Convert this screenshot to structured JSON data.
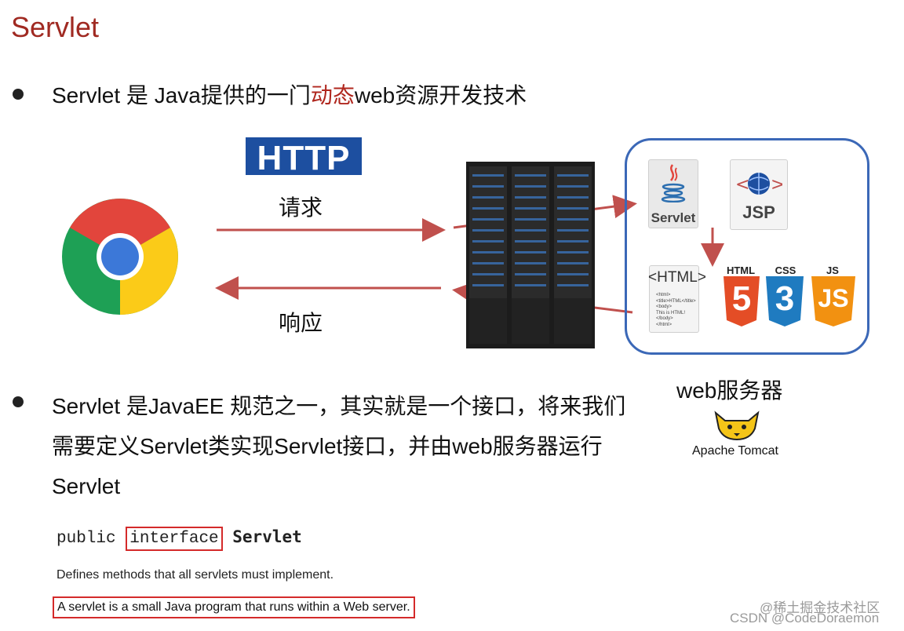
{
  "slide": {
    "title": "Servlet",
    "bullet1": {
      "pre": "Servlet 是 Java提供的一门",
      "highlight": "动态",
      "post": "web资源开发技术"
    },
    "bullet2": "Servlet 是JavaEE 规范之一，其实就是一个接口，将来我们需要定义Servlet类实现Servlet接口，并由web服务器运行Servlet"
  },
  "diagram": {
    "http_badge": "HTTP",
    "request_label": "请求",
    "response_label": "响应",
    "servlet_tile": "Servlet",
    "jsp_tile": "JSP",
    "html_tile": "<HTML>",
    "html_code_lines": [
      "<html>",
      "<title>HTML</title>",
      "<body>",
      "This is HTML!",
      "</body>",
      "</html>"
    ],
    "tech_labels": [
      "HTML",
      "CSS",
      "JS"
    ],
    "tech_numbers": [
      "5",
      "3",
      "JS"
    ],
    "web_server_label": "web服务器",
    "tomcat_label": "Apache Tomcat",
    "colors": {
      "arrow": "#c0504d",
      "box_border": "#3b68b7",
      "http_bg": "#1d4fa0",
      "highlight": "#b0271e"
    }
  },
  "code": {
    "keyword1": "public",
    "keyword2": "interface",
    "name": "Servlet",
    "desc1": "Defines methods that all servlets must implement.",
    "desc2": "A servlet is a small Java program that runs within a Web server."
  },
  "watermark": {
    "line1": "@稀土掘金技术社区",
    "line2": "CSDN @CodeDoraemon"
  }
}
